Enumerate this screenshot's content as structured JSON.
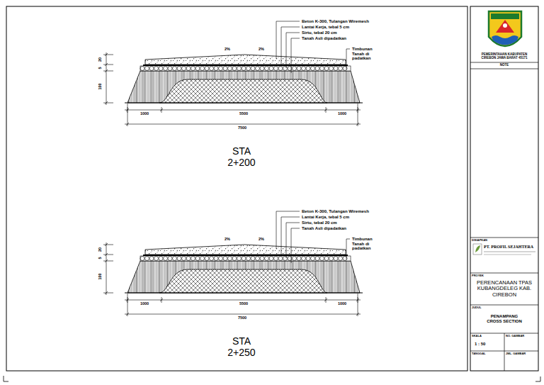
{
  "diagram": {
    "nodes": [
      {
        "text": [
          "PEMERINTAHAN KABUPATEN CIREBON JAWA BARAT 45171"
        ]
      },
      {
        "text": [
          "NOTE"
        ]
      },
      {
        "text": [
          "DISIAPKAN",
          "PT. PROFIL SEJAHTERA"
        ]
      },
      {
        "text": [
          "PROYEK",
          "PERENCANAAN TPAS KUBANGDELEG KAB. CIREBON"
        ]
      },
      {
        "text": [
          "JUDUL",
          "PENAMPANG CROSS SECTION"
        ]
      },
      {
        "text": [
          "SKALA",
          "1 : 50"
        ]
      },
      {
        "text": [
          "NO. GAMBAR"
        ]
      },
      {
        "text": [
          "TANGGAL"
        ]
      },
      {
        "text": [
          "JML. GAMBAR"
        ]
      }
    ],
    "labels": [
      "Beton K-300, Tulangan Wiremesh",
      "Lantai Kerja, tebal 5 cm",
      "Sirtu, tebal 20 cm",
      "Tanah Asli dipadatkan",
      "Timbunan Tanah di padatkan",
      "2%",
      "2%",
      "20",
      "5",
      "100",
      "1000",
      "5500",
      "1000",
      "7500",
      "STA",
      "2+200",
      "Beton K-300, Tulangan Wiremesh",
      "Lantai Kerja, tebal 5 cm",
      "Sirtu, tebal 20 cm",
      "Tanah Asli dipadatkan",
      "Timbunan Tanah di padatkan",
      "2%",
      "2%",
      "20",
      "5",
      "100",
      "1000",
      "5500",
      "1000",
      "7500",
      "STA",
      "2+250"
    ]
  }
}
